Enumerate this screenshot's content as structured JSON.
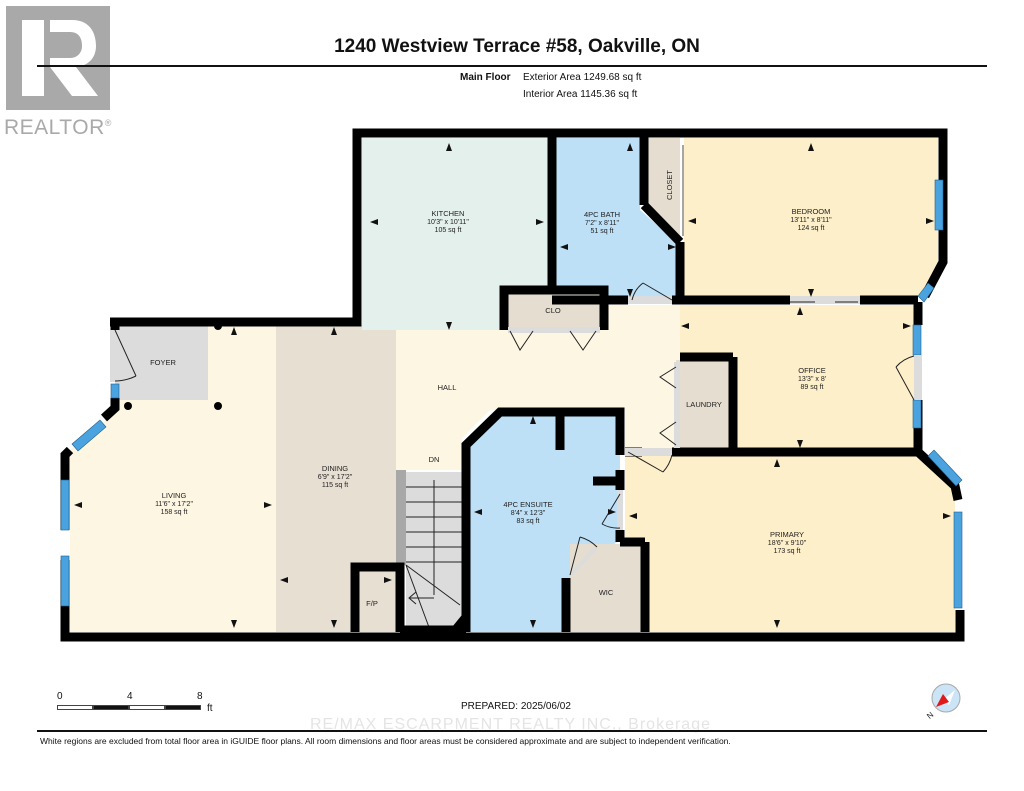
{
  "logo": {
    "name": "REALTOR",
    "mark": "®",
    "color": "#a9a9a9"
  },
  "header": {
    "title": "1240 Westview Terrace #58, Oakville, ON",
    "floor_label": "Main Floor",
    "exterior_area": "Exterior Area 1249.68 sq ft",
    "interior_area": "Interior Area 1145.36 sq ft"
  },
  "colors": {
    "wall": "#000000",
    "living": "#fdf6e3",
    "dining": "#e8dfd3",
    "kitchen": "#e4f0ec",
    "bath": "#bde0f7",
    "bedroom": "#fdefc9",
    "closet": "#e5ddd0",
    "foyer": "#dcdcdc",
    "window": "#4aa3df",
    "stairs": "#dcdcdc"
  },
  "rooms": [
    {
      "id": "kitchen",
      "name": "KITCHEN",
      "dims": "10'3\" x 10'11\"",
      "area": "105 sq ft"
    },
    {
      "id": "bath",
      "name": "4PC BATH",
      "dims": "7'2\" x 8'11\"",
      "area": "51 sq ft"
    },
    {
      "id": "closet",
      "name": "CLOSET"
    },
    {
      "id": "bedroom",
      "name": "BEDROOM",
      "dims": "13'11\" x 8'11\"",
      "area": "124 sq ft"
    },
    {
      "id": "clo",
      "name": "CLO"
    },
    {
      "id": "foyer",
      "name": "FOYER"
    },
    {
      "id": "hall",
      "name": "HALL"
    },
    {
      "id": "office",
      "name": "OFFICE",
      "dims": "13'3\" x 8'",
      "area": "89 sq ft"
    },
    {
      "id": "laundry",
      "name": "LAUNDRY"
    },
    {
      "id": "living",
      "name": "LIVING",
      "dims": "11'6\" x 17'2\"",
      "area": "158 sq ft"
    },
    {
      "id": "dining",
      "name": "DINING",
      "dims": "6'9\" x 17'2\"",
      "area": "115 sq ft"
    },
    {
      "id": "dn",
      "name": "DN"
    },
    {
      "id": "ensuite",
      "name": "4PC ENSUITE",
      "dims": "8'4\" x 12'3\"",
      "area": "83 sq ft"
    },
    {
      "id": "primary",
      "name": "PRIMARY",
      "dims": "18'6\" x 9'10\"",
      "area": "173 sq ft"
    },
    {
      "id": "wic",
      "name": "WIC"
    },
    {
      "id": "fp",
      "name": "F/P"
    }
  ],
  "scale": {
    "ticks": [
      "0",
      "4",
      "8"
    ],
    "unit": "ft"
  },
  "prepared": "PREPARED: 2025/06/02",
  "compass": {
    "label": "N"
  },
  "watermark": "RE/MAX ESCARPMENT REALTY INC., Brokerage",
  "disclaimer": "White regions are excluded from total floor area in iGUIDE floor plans. All room dimensions and floor areas must be considered approximate and are subject to independent verification."
}
